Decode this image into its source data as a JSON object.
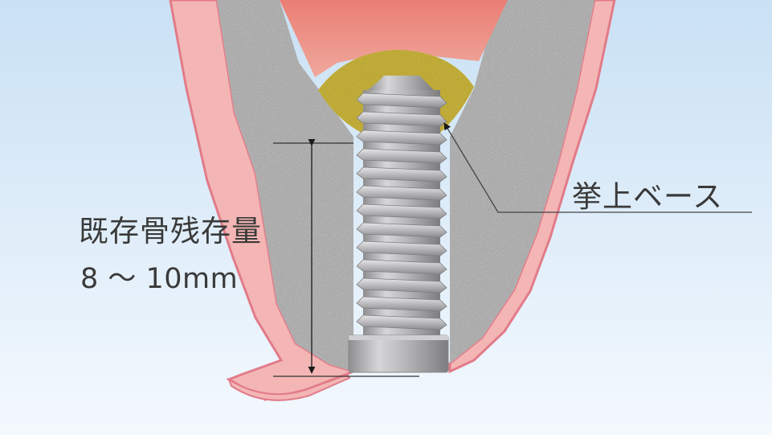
{
  "labels": {
    "lift_base": "挙上ベース",
    "existing_bone": "既存骨残存量",
    "bone_range": "8 〜 10mm"
  },
  "colors": {
    "background_top": "#cde4f5",
    "background_bottom": "#f3f8fd",
    "gum": "#f2b8b6",
    "gum_edge": "#e47f8c",
    "sinus": "#e98478",
    "bone": "#b8b8b8",
    "graft": "#d4c04a",
    "implant": "#a9a9ab",
    "leader_line": "#555555"
  }
}
